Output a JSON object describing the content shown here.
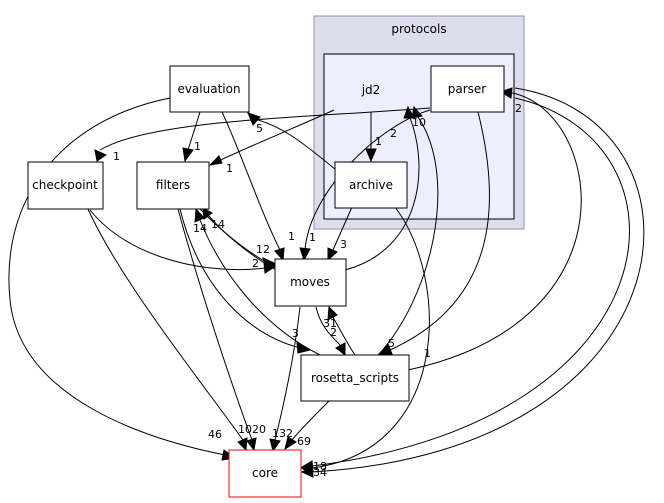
{
  "colors": {
    "outer_cluster_fill": "#ddddee",
    "outer_cluster_stroke": "#9191b3",
    "inner_cluster_fill": "#eeeeff",
    "inner_cluster_stroke": "#000000",
    "node_fill": "#ffffff",
    "node_stroke": "#000000",
    "highlight_stroke": "#ff0000",
    "edge": "#000000"
  },
  "clusters": {
    "protocols": "protocols",
    "jd2": "jd2"
  },
  "nodes": {
    "parser": "parser",
    "archive": "archive",
    "evaluation": "evaluation",
    "checkpoint": "checkpoint",
    "filters": "filters",
    "moves": "moves",
    "rosetta_scripts": "rosetta_scripts",
    "core": "core"
  },
  "edges": {
    "e1": "1",
    "e2": "1",
    "e3": "1",
    "e4": "5",
    "e5": "1",
    "e6": "2",
    "e7": "10",
    "e8": "2",
    "e9": "1",
    "e10": "3",
    "e11": "14",
    "e12": "14",
    "e13": "12",
    "e14": "2",
    "e15": "1",
    "e16": "3",
    "e17": "2",
    "e18": "31",
    "e19": "5",
    "e20": "1",
    "e21": "46",
    "e22": "10",
    "e23": "20",
    "e24": "132",
    "e25": "69",
    "e26": "18",
    "e27": "34"
  }
}
